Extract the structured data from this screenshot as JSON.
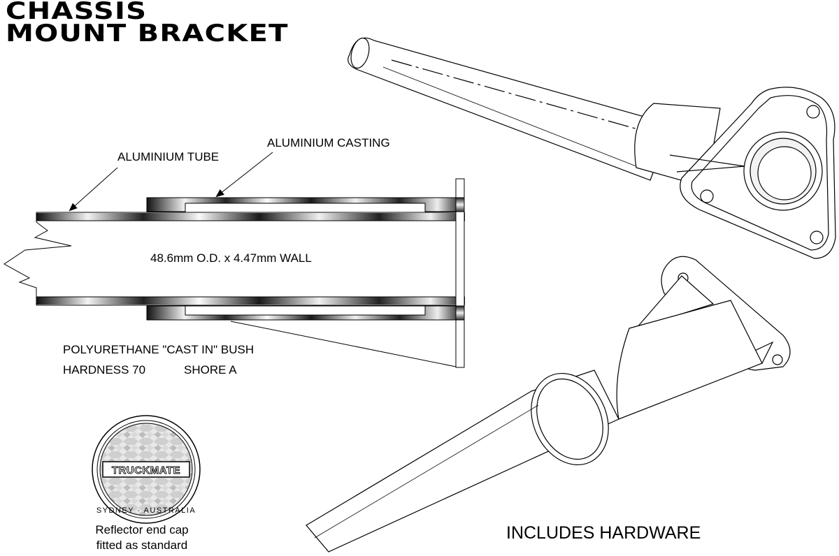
{
  "title": {
    "line1": "CHASSIS",
    "line2": "MOUNT BRACKET"
  },
  "labels": {
    "aluminium_tube": "ALUMINIUM TUBE",
    "aluminium_casting": "ALUMINIUM CASTING",
    "tube_spec": "48.6mm O.D. x 4.47mm WALL",
    "bush_line1": "POLYURETHANE \"CAST IN\" BUSH",
    "bush_line2": "HARDNESS 70",
    "bush_line2b": "SHORE A",
    "includes_hardware": "INCLUDES HARDWARE"
  },
  "end_cap": {
    "brand": "TRUCKMATE",
    "location": "SYDNEY · AUSTRALIA",
    "caption_line1": "Reflector end cap",
    "caption_line2": "fitted as standard"
  }
}
